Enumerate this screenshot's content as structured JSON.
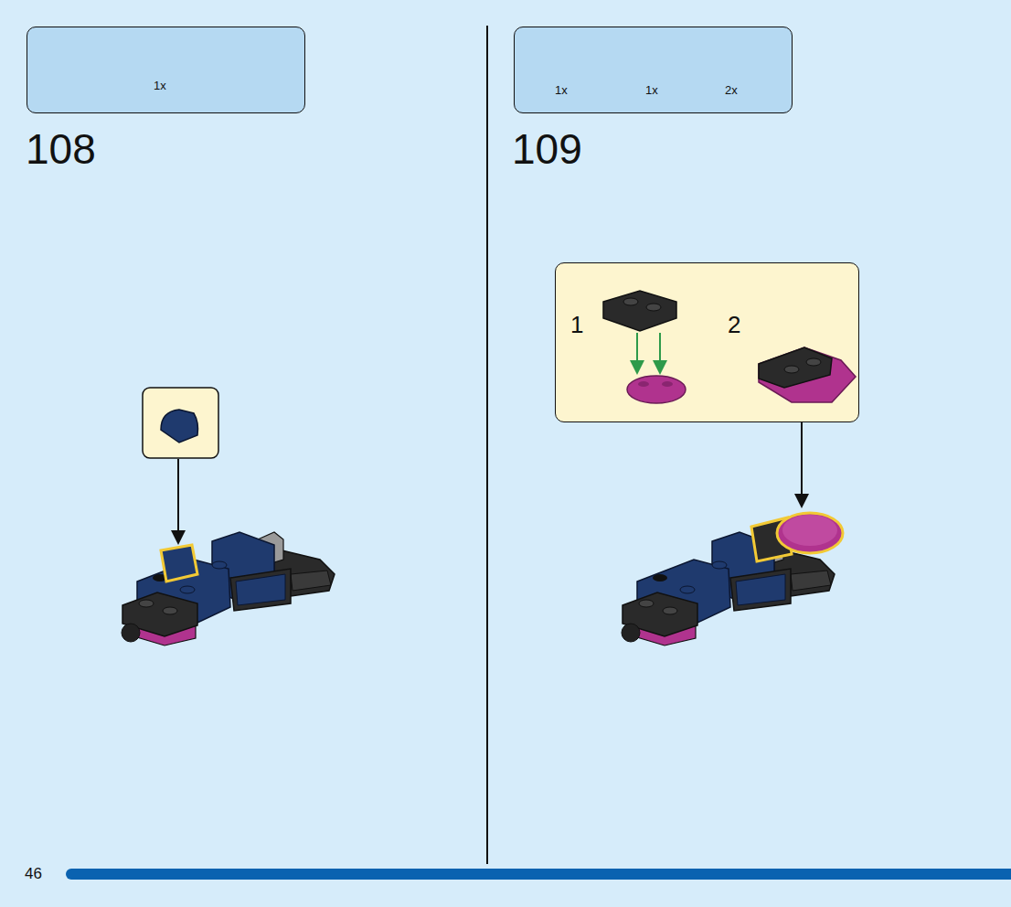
{
  "diagram": {
    "nodes": [
      {
        "text": [
          "1x"
        ]
      },
      {
        "text": [
          "1x",
          "1x",
          "2x"
        ]
      },
      {
        "text": [
          "1",
          "2"
        ]
      }
    ],
    "labels": [
      "108",
      "109",
      "46"
    ]
  }
}
